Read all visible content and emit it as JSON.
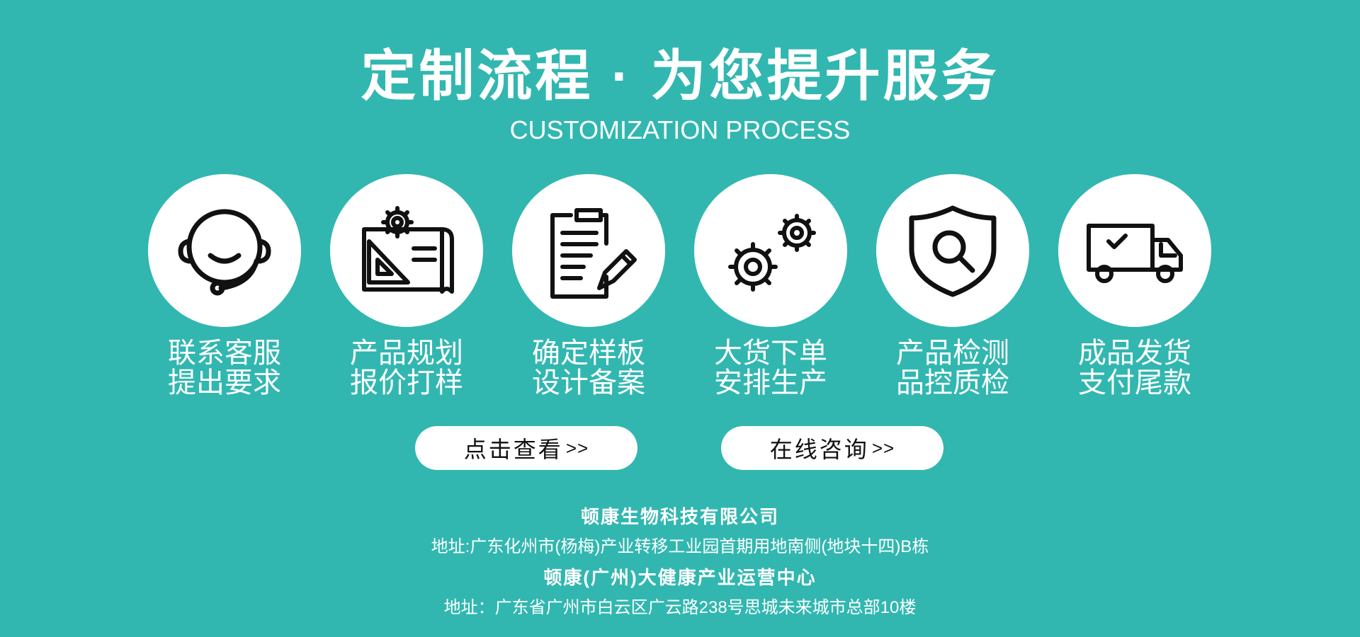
{
  "header": {
    "title": "定制流程 · 为您提升服务",
    "subtitle": "CUSTOMIZATION PROCESS"
  },
  "steps": [
    {
      "icon": "headset-icon",
      "line1": "联系客服",
      "line2": "提出要求"
    },
    {
      "icon": "blueprint-icon",
      "line1": "产品规划",
      "line2": "报价打样"
    },
    {
      "icon": "clipboard-icon",
      "line1": "确定样板",
      "line2": "设计备案"
    },
    {
      "icon": "gears-icon",
      "line1": "大货下单",
      "line2": "安排生产"
    },
    {
      "icon": "shield-search-icon",
      "line1": "产品检测",
      "line2": "品控质检"
    },
    {
      "icon": "delivery-truck-icon",
      "line1": "成品发货",
      "line2": "支付尾款"
    }
  ],
  "buttons": {
    "view": {
      "label": "点击查看",
      "arrows": ">>"
    },
    "consult": {
      "label": "在线咨询",
      "arrows": ">>"
    }
  },
  "footer": {
    "company1": "顿康生物科技有限公司",
    "address1": "地址:广东化州市(杨梅)产业转移工业园首期用地南侧(地块十四)B栋",
    "company2": "顿康(广州)大健康产业运营中心",
    "address2": "地址：广东省广州市白云区广云路238号思城未来城市总部10楼"
  },
  "colors": {
    "background": "#31b7b0",
    "circle": "#ffffff",
    "icon_stroke": "#111111"
  }
}
